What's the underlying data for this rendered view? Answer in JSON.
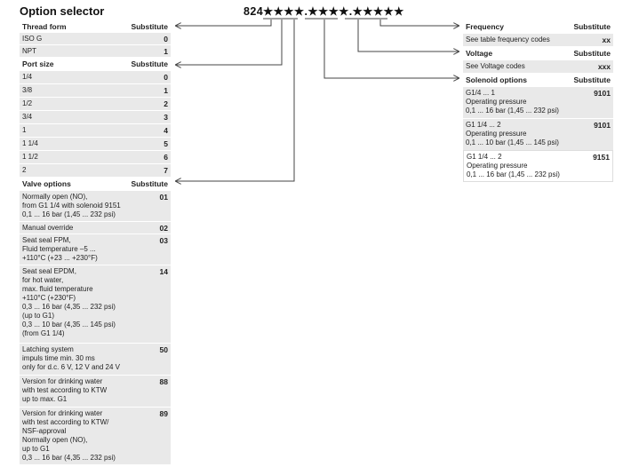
{
  "title": "Option selector",
  "code": "824★★★★.★★★★.★★★★★",
  "left": {
    "thread_header": {
      "label": "Thread form",
      "sub": "Substitute"
    },
    "thread_rows": [
      {
        "label": "ISO G",
        "value": "0"
      },
      {
        "label": "NPT",
        "value": "1"
      }
    ],
    "port_header": {
      "label": "Port size",
      "sub": "Substitute"
    },
    "port_rows": [
      {
        "label": "1/4",
        "value": "0"
      },
      {
        "label": "3/8",
        "value": "1"
      },
      {
        "label": "1/2",
        "value": "2"
      },
      {
        "label": "3/4",
        "value": "3"
      },
      {
        "label": "1",
        "value": "4"
      },
      {
        "label": "1 1/4",
        "value": "5"
      },
      {
        "label": "1 1/2",
        "value": "6"
      },
      {
        "label": "2",
        "value": "7"
      }
    ],
    "valve_header": {
      "label": "Valve options",
      "sub": "Substitute"
    },
    "valve_rows": [
      {
        "label": "Normally open (NO),\nfrom G1 1/4 with solenoid 9151\n0,1 ... 16 bar (1,45 ... 232 psi)",
        "value": "01"
      },
      {
        "label": "Manual override",
        "value": "02"
      },
      {
        "label": "Seat seal FPM,\nFluid temperature –5 ...\n+110°C (+23 ... +230°F)",
        "value": "03"
      },
      {
        "label": "Seat seal EPDM,\nfor hot water,\nmax. fluid temperature\n+110°C (+230°F)\n0,3 ... 16 bar (4,35 ... 232 psi)\n(up to G1)\n0,3 ... 10 bar (4,35 ... 145 psi)\n(from G1 1/4)",
        "value": "14"
      },
      {
        "label": "Latching system\nimpuls time min. 30 ms\nonly for d.c. 6 V, 12 V and 24 V",
        "value": "50"
      },
      {
        "label": "Version for drinking water\nwith test according to KTW\nup to max. G1",
        "value": "88"
      },
      {
        "label": "Version for drinking water\nwith test according to KTW/\nNSF-approval\nNormally open (NO),\nup to G1\n0,3 ... 16 bar (4,35 ... 232 psi)",
        "value": "89"
      }
    ]
  },
  "right": {
    "freq_header": {
      "label": "Frequency",
      "sub": "Substitute"
    },
    "freq_row": {
      "label": "See table frequency codes",
      "value": "xx"
    },
    "volt_header": {
      "label": "Voltage",
      "sub": "Substitute"
    },
    "volt_row": {
      "label": "See Voltage codes",
      "value": "xxx"
    },
    "sol_header": {
      "label": "Solenoid options",
      "sub": "Substitute"
    },
    "sol_rows": [
      {
        "label": "G1/4 ... 1\nOperating pressure\n0,1 ... 16 bar (1,45 ... 232 psi)",
        "value": "9101"
      },
      {
        "label": "G1 1/4 ... 2\nOperating pressure\n0,1 ... 10 bar (1,45 ... 145 psi)",
        "value": "9101"
      },
      {
        "label": "G1 1/4 ... 2\nOperating pressure\n0,1 ... 16 bar (1,45 ... 232 psi)",
        "value": "9151"
      }
    ]
  }
}
